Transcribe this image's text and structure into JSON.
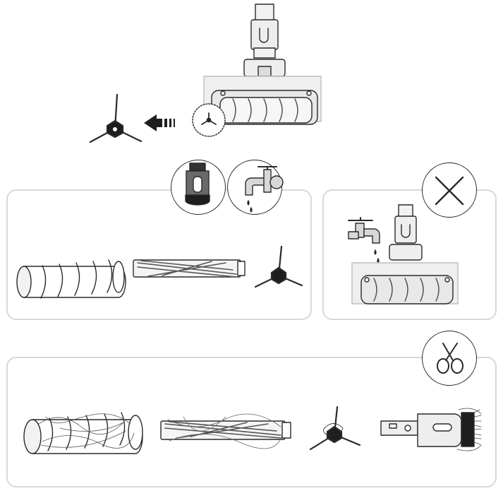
{
  "colors": {
    "stroke": "#2a2a2a",
    "light_fill": "#eeeeee",
    "panel_border": "#d8d8d8",
    "dark_fill": "#1e1e1e"
  },
  "steps": [
    {
      "id": "remove-side-brush",
      "icons": [
        "vacuum-head-icon",
        "side-brush-icon",
        "arrow-left-icon"
      ]
    },
    {
      "id": "washable-parts",
      "icons": [
        "dust-cup-icon",
        "water-tap-icon",
        "roller-cover-icon",
        "bristle-roller-icon",
        "side-brush-icon"
      ]
    },
    {
      "id": "do-not-wash-head",
      "icons": [
        "prohibited-x-icon",
        "water-tap-icon",
        "vacuum-head-icon"
      ]
    },
    {
      "id": "cut-hair",
      "icons": [
        "scissors-icon",
        "tangled-roller-cover-icon",
        "tangled-bristle-roller-icon",
        "tangled-side-brush-icon",
        "tangled-dust-brush-icon"
      ]
    }
  ]
}
